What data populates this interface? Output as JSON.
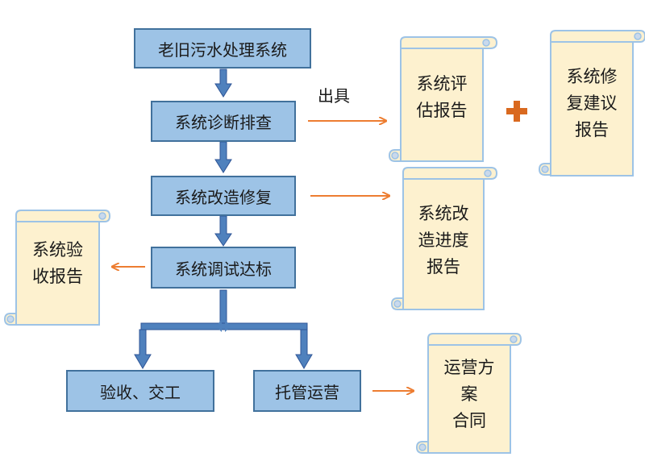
{
  "colors": {
    "box_fill": "#9dc3e6",
    "box_border": "#41719c",
    "arrow_blue": "#4f81bd",
    "arrow_orange": "#ed7d31",
    "scroll_fill": "#fdf1cf",
    "scroll_border": "#9dc3e6",
    "plus": "#d9691f"
  },
  "process": {
    "step1": "老旧污水处理系统",
    "step2": "系统诊断排查",
    "step3": "系统改造修复",
    "step4": "系统调试达标",
    "branch_left": "验收、交工",
    "branch_right": "托管运营"
  },
  "output_label": "出具",
  "reports": {
    "evaluation": [
      "系统评",
      "估报告"
    ],
    "repair_proposal": [
      "系统修",
      "复建议",
      "报告"
    ],
    "progress": [
      "系统改",
      "造进度",
      "报告"
    ],
    "acceptance": [
      "系统验",
      "收报告"
    ],
    "operation_contract": [
      "运营方",
      "案",
      "合同"
    ]
  },
  "icons": {
    "plus": "plus-icon",
    "down_arrow": "down-arrow-icon",
    "right_arrow": "right-arrow-icon",
    "left_arrow": "left-arrow-icon"
  }
}
